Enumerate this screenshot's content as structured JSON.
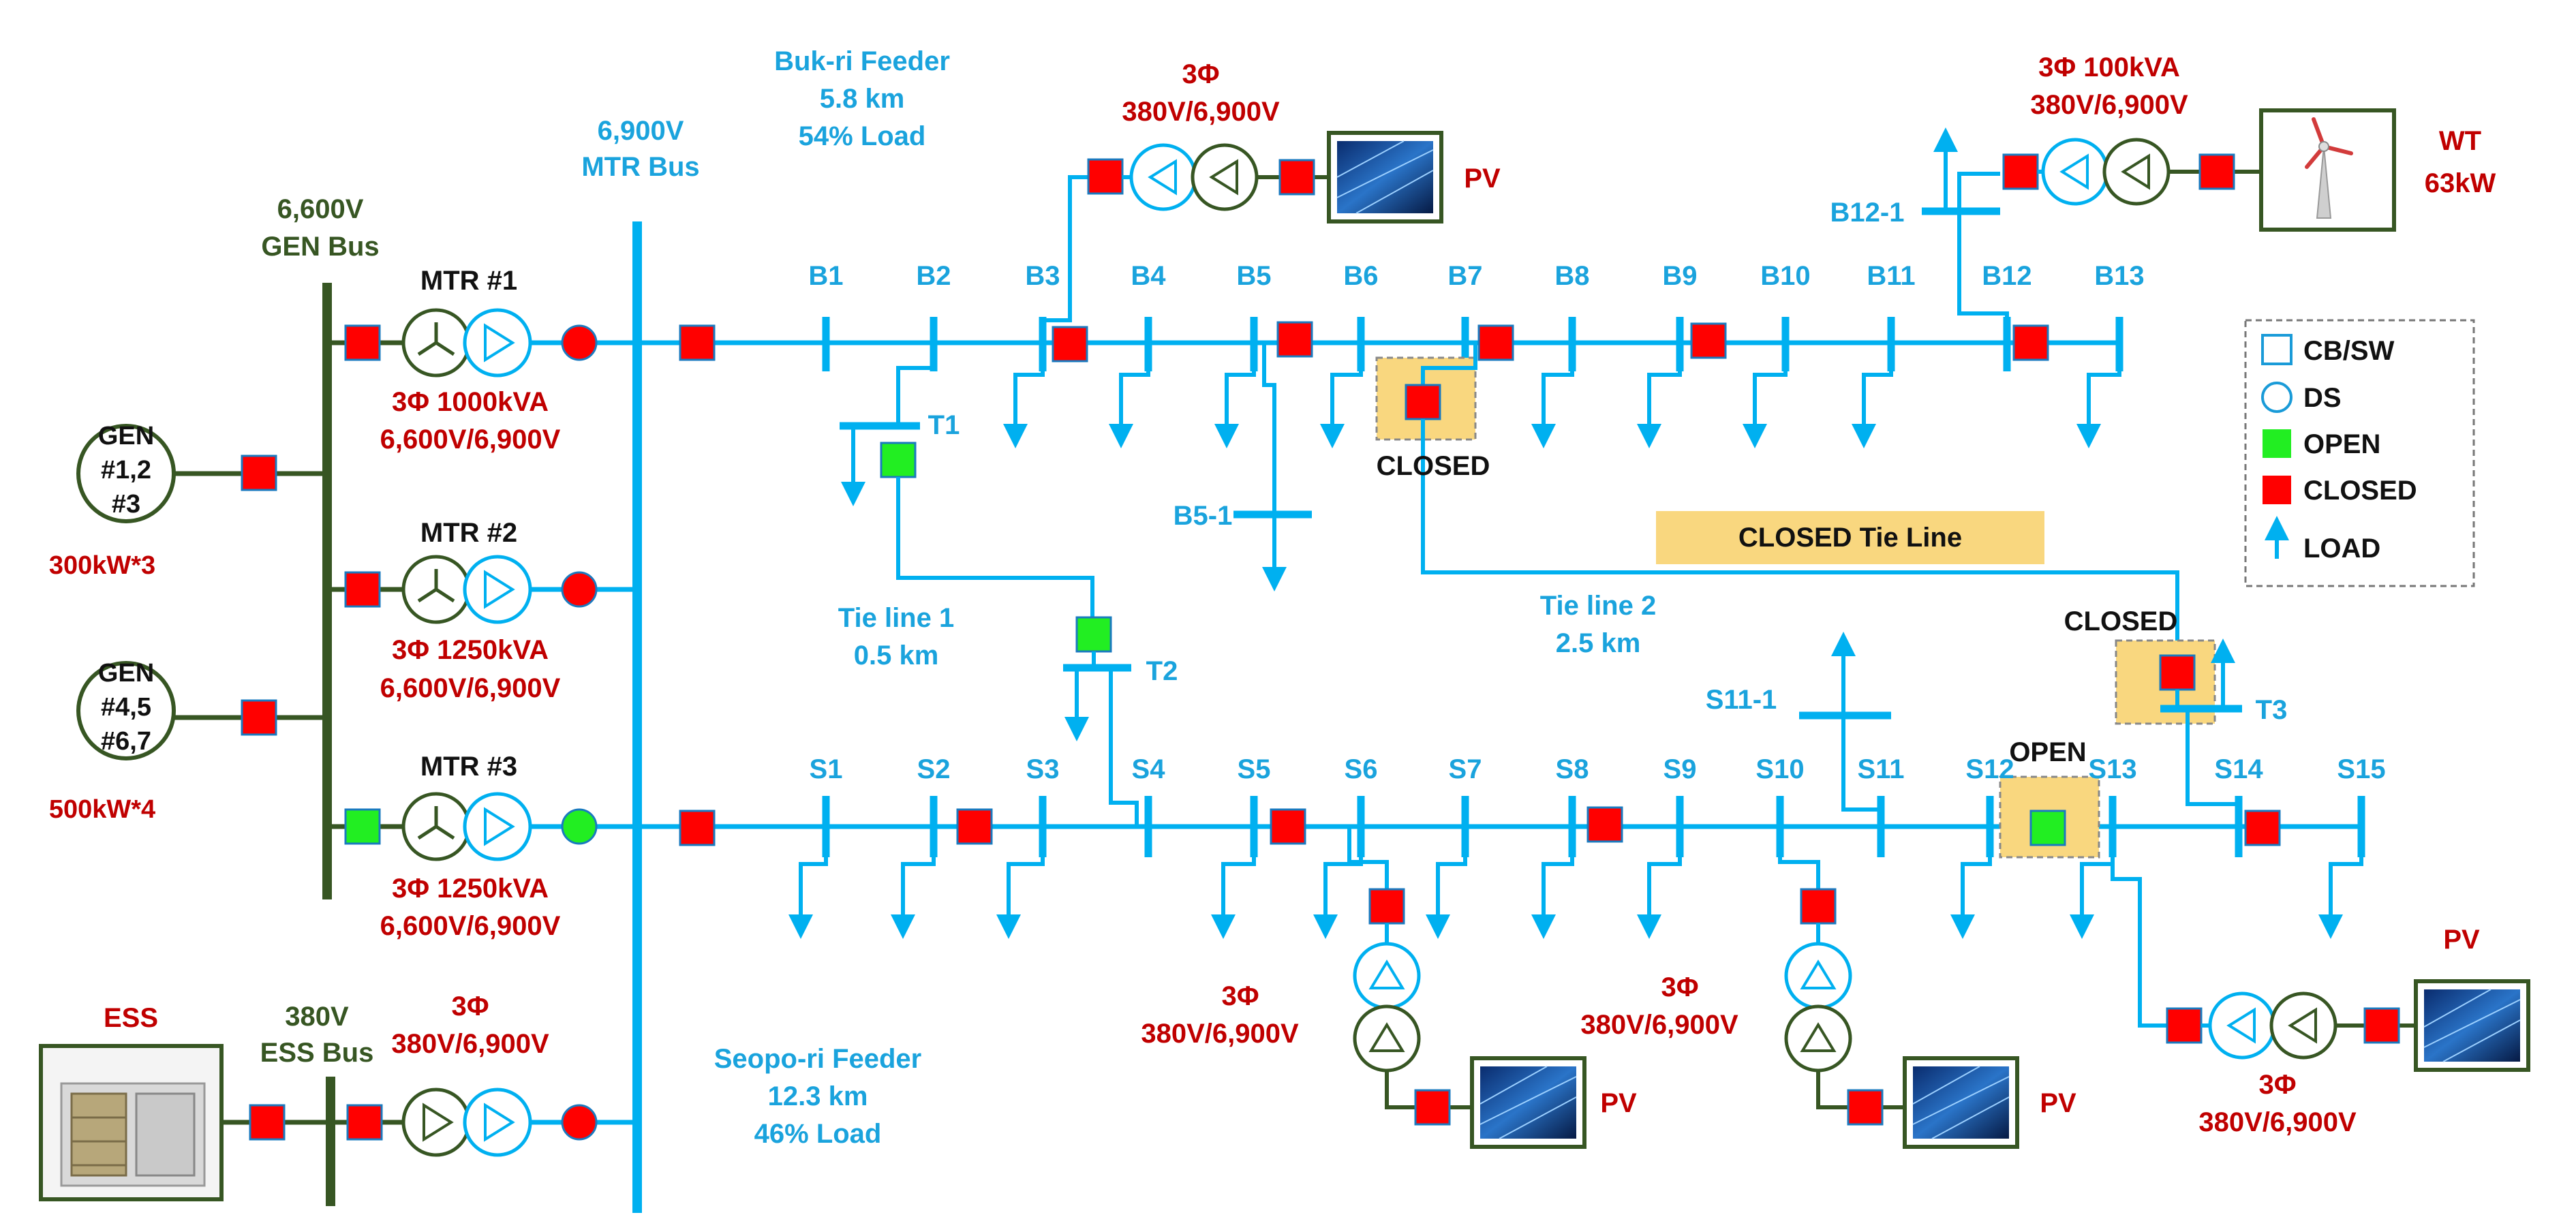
{
  "colors": {
    "feeder": "#00b0f0",
    "feeder_text": "#1aa3dd",
    "gen_side": "#375623",
    "rating_text": "#c00000",
    "closed": "#ff0000",
    "open": "#22ee22",
    "highlight": "#f9d77f",
    "legend_border": "#777777"
  },
  "buses": {
    "gen_bus": [
      "6,600V",
      "GEN Bus"
    ],
    "mtr_bus": [
      "6,900V",
      "MTR Bus"
    ],
    "ess_bus": [
      "380V",
      "ESS Bus"
    ]
  },
  "generators": {
    "gen1": {
      "name": [
        "GEN",
        "#1,2",
        "#3"
      ],
      "rating": "300kW*3"
    },
    "gen2": {
      "name": [
        "GEN",
        "#4,5",
        "#6,7"
      ],
      "rating": "500kW*4"
    }
  },
  "transformers": {
    "mtr1": {
      "name": "MTR #1",
      "rating": [
        "3Φ 1000kVA",
        "6,600V/6,900V"
      ]
    },
    "mtr2": {
      "name": "MTR #2",
      "rating": [
        "3Φ 1250kVA",
        "6,600V/6,900V"
      ]
    },
    "mtr3": {
      "name": "MTR #3",
      "rating": [
        "3Φ 1250kVA",
        "6,600V/6,900V"
      ]
    },
    "ess_tr": {
      "rating": [
        "3Φ",
        "380V/6,900V"
      ]
    },
    "pv_b3": {
      "rating": [
        "3Φ",
        "380V/6,900V"
      ]
    },
    "wt_tr": {
      "rating": [
        "3Φ 100kVA",
        "380V/6,900V"
      ]
    },
    "pv_s6": {
      "rating": [
        "3Φ",
        "380V/6,900V"
      ]
    },
    "pv_s10": {
      "rating": [
        "3Φ",
        "380V/6,900V"
      ]
    },
    "pv_s14": {
      "rating": [
        "3Φ",
        "380V/6,900V"
      ]
    }
  },
  "ess": {
    "label": "ESS"
  },
  "pv_label": "PV",
  "wt": {
    "name": "WT",
    "rating": "63kW"
  },
  "feeders": {
    "bukri": {
      "lines": [
        "Buk-ri Feeder",
        "5.8 km",
        "54% Load"
      ]
    },
    "seopori": {
      "lines": [
        "Seopo-ri Feeder",
        "12.3 km",
        "46% Load"
      ]
    }
  },
  "bukri_buses": [
    "B1",
    "B2",
    "B3",
    "B4",
    "B5",
    "B6",
    "B7",
    "B8",
    "B9",
    "B10",
    "B11",
    "B12",
    "B13"
  ],
  "seopori_buses": [
    "S1",
    "S2",
    "S3",
    "S4",
    "S5",
    "S6",
    "S7",
    "S8",
    "S9",
    "S10",
    "S11",
    "S12",
    "S13",
    "S14",
    "S15"
  ],
  "branch_buses": {
    "b5_1": "B5-1",
    "b12_1": "B12-1",
    "s11_1": "S11-1"
  },
  "ties": {
    "t1": "T1",
    "t2": "T2",
    "t3": "T3",
    "tie1": [
      "Tie line 1",
      "0.5 km"
    ],
    "tie2": [
      "Tie line 2",
      "2.5 km"
    ]
  },
  "states": {
    "closed": "CLOSED",
    "open": "OPEN",
    "closed_tie": "CLOSED Tie Line"
  },
  "legend": {
    "cb_sw": "CB/SW",
    "ds": "DS",
    "open": "OPEN",
    "closed": "CLOSED",
    "load": "LOAD"
  }
}
